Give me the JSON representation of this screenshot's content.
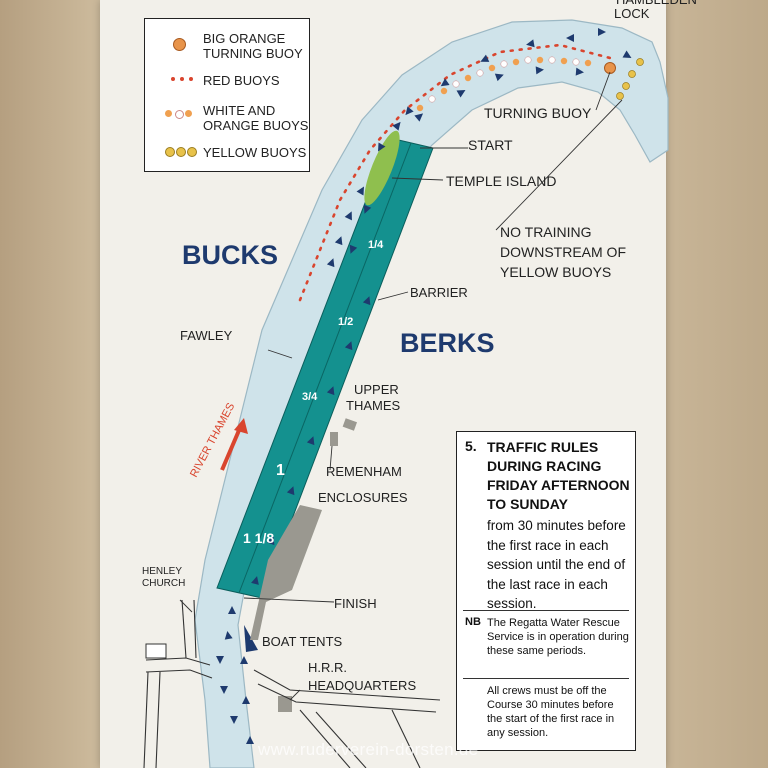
{
  "legend": {
    "items": [
      {
        "label": "BIG ORANGE TURNING BUOY",
        "symbol": "big-orange-buoy",
        "colors": [
          "#e8944a"
        ]
      },
      {
        "label": "RED BUOYS",
        "symbol": "red-buoys",
        "colors": [
          "#d9452e"
        ]
      },
      {
        "label": "WHITE AND ORANGE BUOYS",
        "symbol": "white-orange-buoys",
        "colors": [
          "#f0a050",
          "#ffffff"
        ]
      },
      {
        "label": "YELLOW BUOYS",
        "symbol": "yellow-buoys",
        "colors": [
          "#e8c24a"
        ]
      }
    ]
  },
  "map": {
    "top_label": "HAMBLEDEN LOCK",
    "regions": {
      "left": "BUCKS",
      "right": "BERKS"
    },
    "river_label": "RIVER THAMES",
    "places": {
      "fawley": "FAWLEY",
      "upper_thames": "UPPER THAMES",
      "remenham": "REMENHAM",
      "enclosures": "ENCLOSURES",
      "henley_church": "HENLEY CHURCH",
      "finish": "FINISH",
      "boat_tents": "BOAT TENTS",
      "hrr": "H.R.R. HEADQUARTERS",
      "turning_buoy": "TURNING BUOY",
      "start": "START",
      "temple_island": "TEMPLE ISLAND",
      "barrier": "BARRIER",
      "no_training": "NO TRAINING DOWNSTREAM OF YELLOW BUOYS"
    },
    "course_markers": [
      "1/4",
      "1/2",
      "3/4",
      "1",
      "1 1/8"
    ],
    "colors": {
      "river": "#cfe3ea",
      "course": "#14918f",
      "island": "#8fbf4e",
      "arrow": "#1e3a6e",
      "red": "#d9452e"
    }
  },
  "rules": {
    "number": "5.",
    "title": "TRAFFIC RULES DURING RACING FRIDAY AFTERNOON TO SUNDAY",
    "body": "from 30 minutes before the first race in each session until the end of the last race in each session.",
    "nb_label": "NB",
    "nb_text": "The Regatta Water Rescue Service is in operation during these same periods.",
    "crews_text": "All crews must be off the Course 30 minutes before the start of the first race in any session."
  },
  "watermark": "www.ruderverein-dorsten.de"
}
